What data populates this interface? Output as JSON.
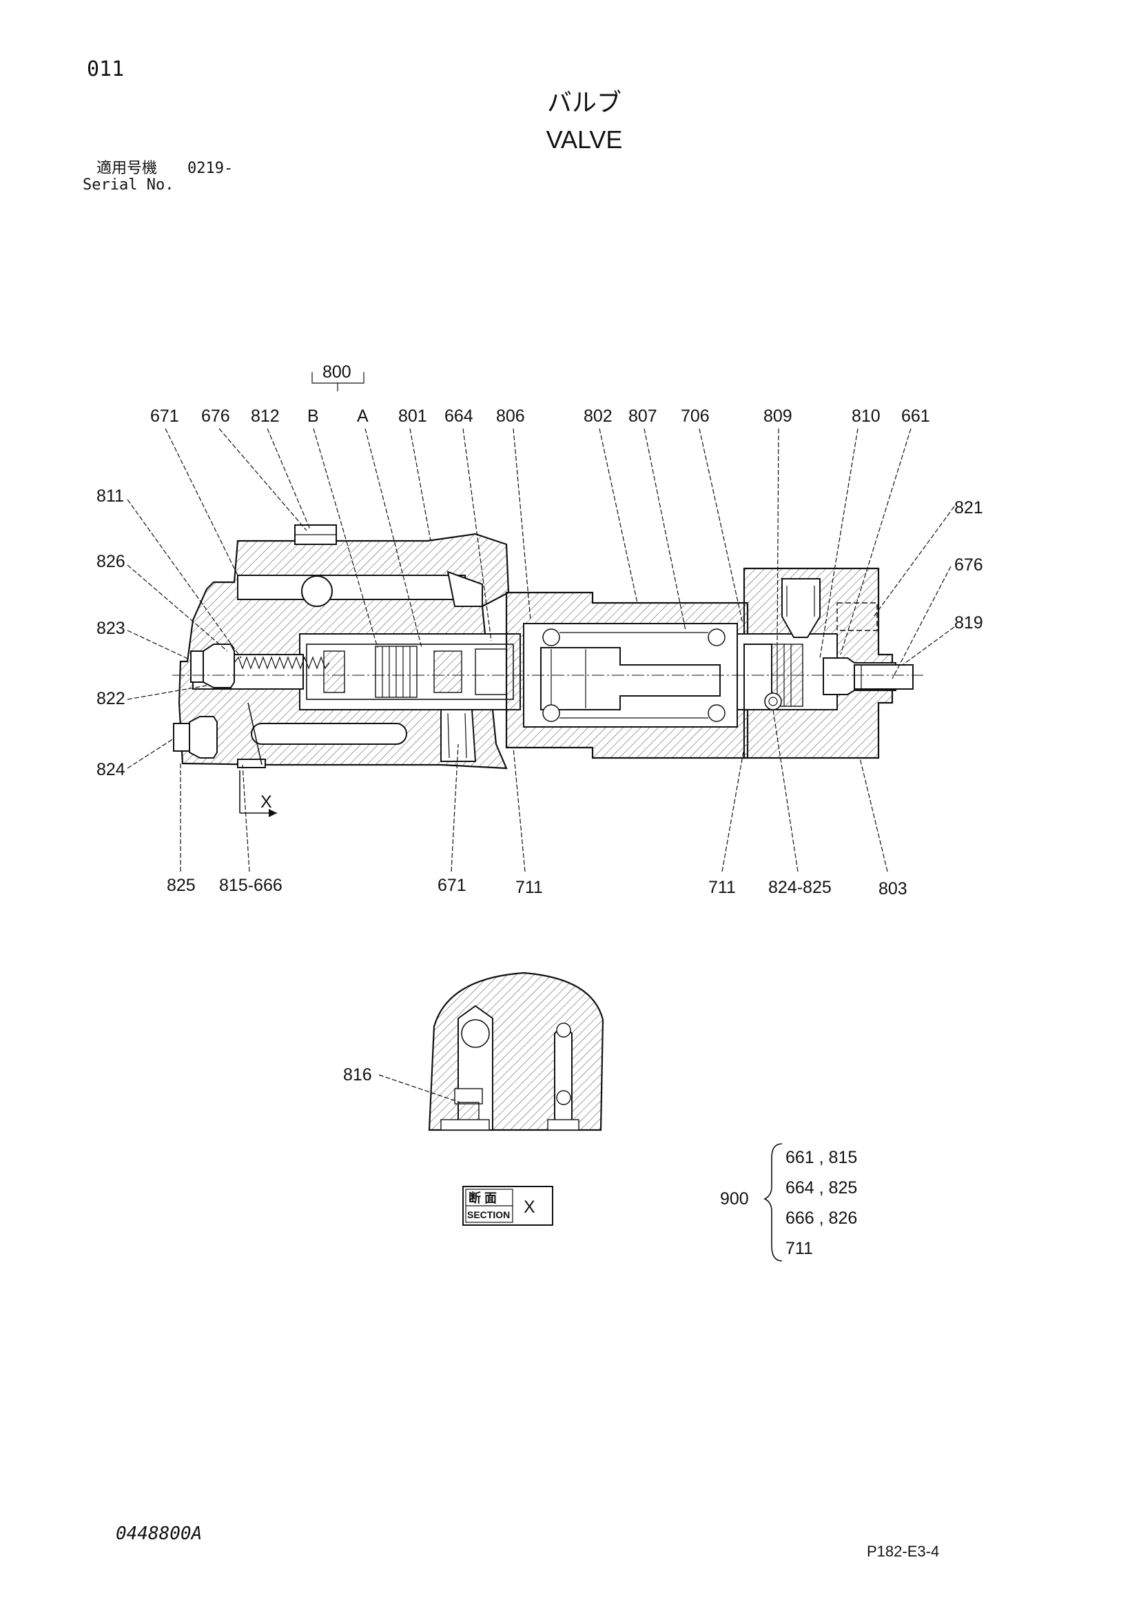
{
  "page_number": "011",
  "title_jp": "バルブ",
  "title_en": "VALVE",
  "serial": {
    "label_jp": "適用号機",
    "value": "0219-",
    "label_en": "Serial No."
  },
  "labels": {
    "l800": "800",
    "lB": "B",
    "lA": "A",
    "l671_top": "671",
    "l676_top": "676",
    "l812": "812",
    "l801": "801",
    "l664": "664",
    "l806": "806",
    "l802": "802",
    "l807": "807",
    "l706": "706",
    "l809": "809",
    "l810": "810",
    "l661": "661",
    "l811": "811",
    "l826": "826",
    "l823": "823",
    "l822": "822",
    "l824": "824",
    "l821": "821",
    "l676_right": "676",
    "l819": "819",
    "l825": "825",
    "l815_666": "815-666",
    "l671_bottom": "671",
    "l711_a": "711",
    "l711_b": "711",
    "l824_825": "824-825",
    "l803": "803",
    "lX": "X",
    "l816": "816"
  },
  "section_box": {
    "jp": "断 面",
    "en": "SECTION",
    "letter": "X"
  },
  "kit": {
    "number": "900",
    "lines": [
      "661 , 815",
      "664 , 825",
      "666 , 826",
      "711"
    ]
  },
  "doc_code": "0448800A",
  "ref_code": "P182-E3-4"
}
